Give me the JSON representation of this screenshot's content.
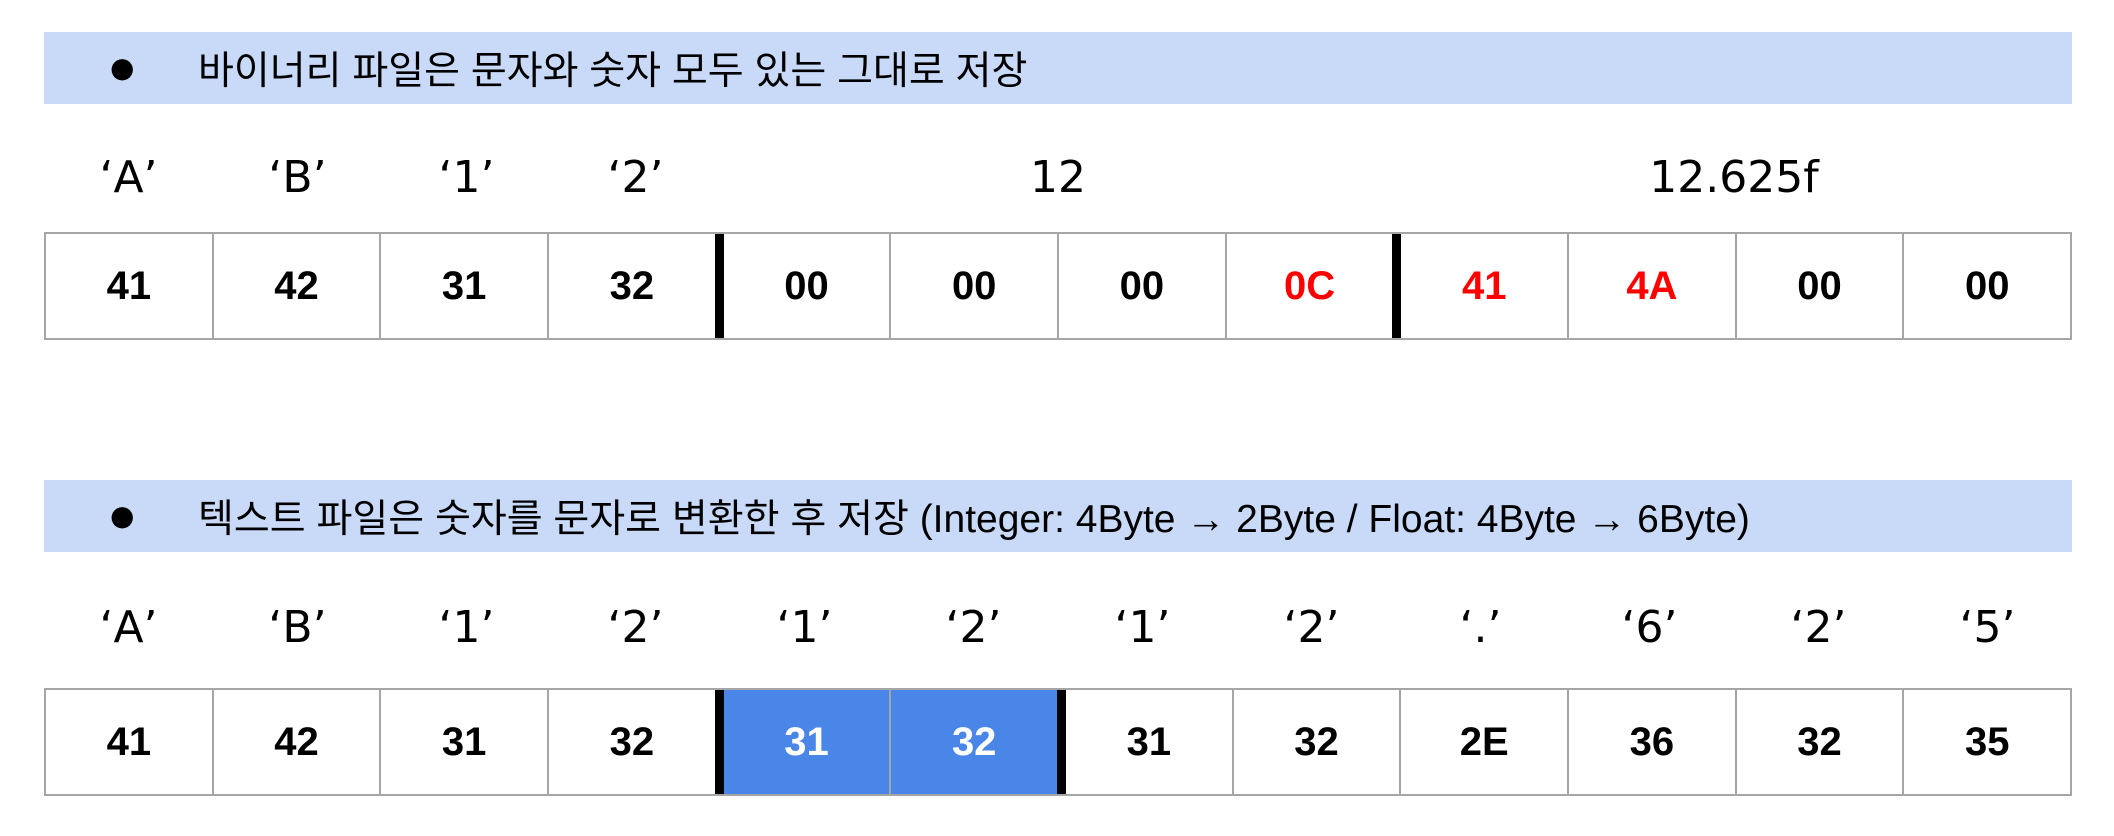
{
  "binary_section": {
    "bullet": "●",
    "description": "바이너리 파일은 문자와 숫자 모두 있는 그대로 저장",
    "labels": [
      {
        "text": "‘A’"
      },
      {
        "text": "‘B’"
      },
      {
        "text": "‘1’"
      },
      {
        "text": "‘2’"
      },
      {
        "text": "12"
      },
      {
        "text": "12.625f"
      }
    ],
    "bytes": [
      "41",
      "42",
      "31",
      "32",
      "00",
      "00",
      "00",
      "0C",
      "41",
      "4A",
      "00",
      "00"
    ],
    "highlight_color": "#ff0000"
  },
  "text_section": {
    "bullet": "●",
    "description": "텍스트 파일은 숫자를 문자로 변환한 후 저장 (Integer: 4Byte → 2Byte / Float: 4Byte →  6Byte)",
    "labels": [
      "‘A’",
      "‘B’",
      "‘1’",
      "‘2’",
      "‘1’",
      "‘2’",
      "‘1’",
      "‘2’",
      "‘.’",
      "‘6’",
      "‘2’",
      "‘5’"
    ],
    "bytes": [
      "41",
      "42",
      "31",
      "32",
      "31",
      "32",
      "31",
      "32",
      "2E",
      "36",
      "32",
      "35"
    ],
    "highlight_color": "#4a86e8"
  },
  "colors": {
    "banner_bg": "#c9daf8",
    "cell_border": "#a6a6a6",
    "separator": "#000000"
  }
}
